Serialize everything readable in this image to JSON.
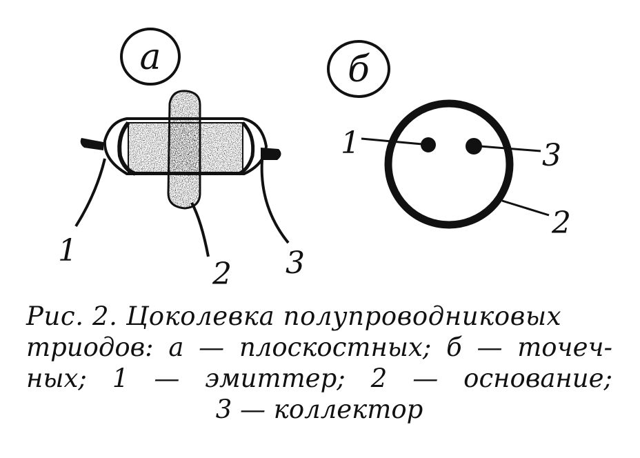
{
  "panels": {
    "a": {
      "label": "а",
      "pins": [
        "1",
        "2",
        "3"
      ]
    },
    "b": {
      "label": "б",
      "pins": [
        "1",
        "3",
        "2"
      ]
    }
  },
  "caption": {
    "line1": "Рис. 2. Цоколевка полупроводниковых",
    "line2": "триодов: а — плоскостных; б — точеч-",
    "line3_a": "ных;",
    "line3_b": "1 — эмиттер;",
    "line3_c": "2 — основание;",
    "line4": "3 — коллектор"
  },
  "colors": {
    "ink": "#111111",
    "background": "#ffffff"
  }
}
